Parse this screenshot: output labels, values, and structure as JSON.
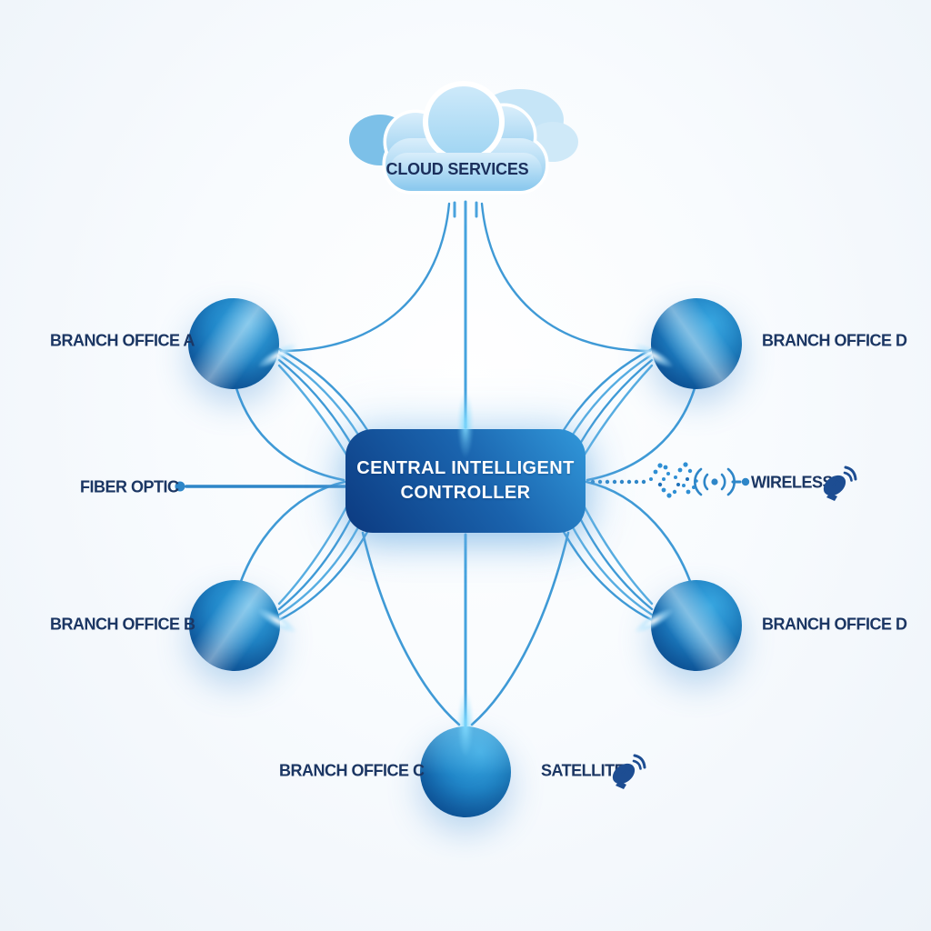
{
  "diagram": {
    "cloud": {
      "label": "CLOUD SERVICES"
    },
    "controller": {
      "line1": "CENTRAL INTELLIGENT",
      "line2": "CONTROLLER"
    },
    "nodes": [
      {
        "id": "branch-office-a",
        "label": "BRANCH OFFICE A",
        "position": "top-left"
      },
      {
        "id": "branch-office-d-top",
        "label": "BRANCH OFFICE D",
        "position": "top-right"
      },
      {
        "id": "branch-office-b",
        "label": "BRANCH OFFICE B",
        "position": "bottom-left"
      },
      {
        "id": "branch-office-d-bottom",
        "label": "BRANCH OFFICE D",
        "position": "bottom-right"
      },
      {
        "id": "branch-office-c",
        "label": "BRANCH OFFICE C",
        "position": "bottom-center"
      }
    ],
    "link_labels": [
      {
        "id": "fiber-optic",
        "label": "FIBER OPTIC",
        "side": "left"
      },
      {
        "id": "wireless",
        "label": "WIRELESS",
        "side": "right"
      },
      {
        "id": "satellite",
        "label": "SATELLITE",
        "side": "bottom"
      }
    ],
    "colors": {
      "background": "#f2f7fb",
      "line_blue": "#3f9ad6",
      "link_blue": "#2e86c8",
      "label_navy": "#1b3663",
      "controller_dark": "#0c3a80",
      "controller_light": "#2f93d6",
      "node_light": "#35a2de",
      "node_dark": "#0a4a92",
      "cloud_light": "#d9eefb",
      "cloud_dark": "#8bc9ee",
      "icon_navy": "#1d4d92"
    }
  }
}
